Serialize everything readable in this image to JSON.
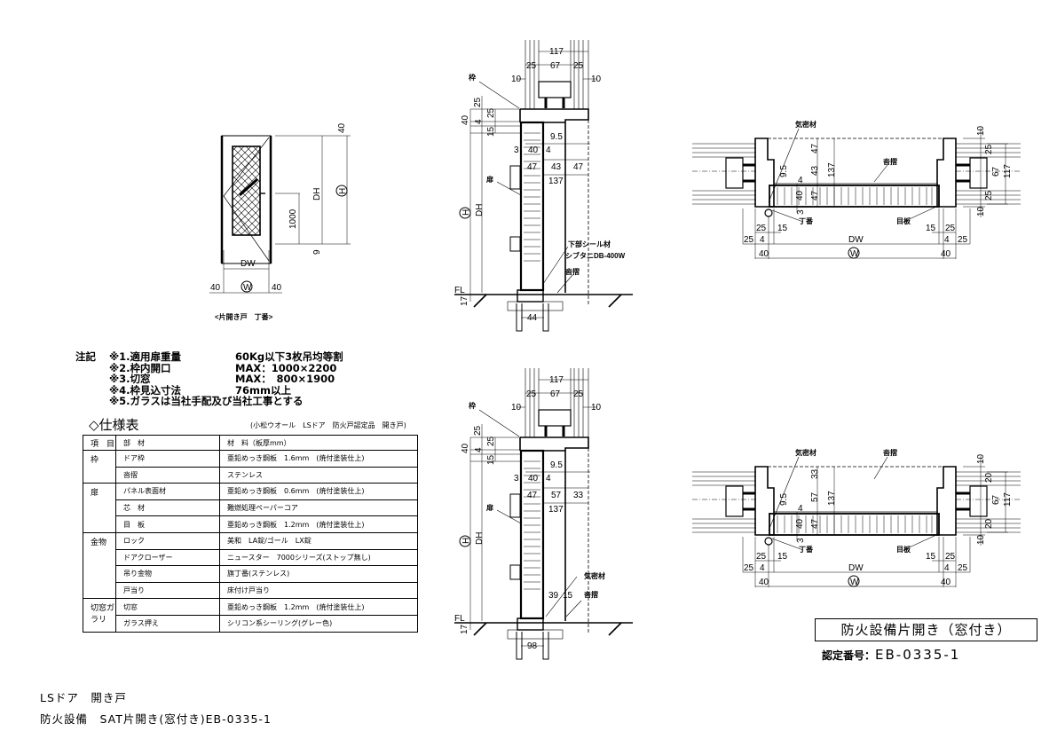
{
  "elevation": {
    "dims": [
      "40",
      "DH",
      "H",
      "1000",
      "9",
      "DW",
      "W",
      "40",
      "40"
    ],
    "caption": "<片開き戸　丁番>"
  },
  "section_top": {
    "dims": [
      "117",
      "25",
      "67",
      "25",
      "10",
      "10",
      "25",
      "40",
      "25",
      "4",
      "15",
      "9.5",
      "3",
      "40",
      "4",
      "47",
      "43",
      "47",
      "137",
      "DH",
      "H",
      "FL",
      "17",
      "44"
    ],
    "labels": {
      "frame": "枠",
      "door": "扉",
      "seal": "下部シール材",
      "seal_model": "シブタニDB-400W",
      "threshold": "沓摺"
    }
  },
  "section_bottom": {
    "dims": [
      "117",
      "25",
      "67",
      "25",
      "10",
      "10",
      "25",
      "40",
      "25",
      "4",
      "15",
      "9.5",
      "3",
      "40",
      "4",
      "47",
      "57",
      "33",
      "137",
      "DH",
      "H",
      "FL",
      "17",
      "98",
      "39",
      "15"
    ],
    "labels": {
      "frame": "枠",
      "door": "扉",
      "airtight": "気密材",
      "threshold": "沓摺"
    }
  },
  "plan_top": {
    "dims": [
      "47",
      "43",
      "137",
      "9.5",
      "4",
      "40",
      "47",
      "3",
      "25",
      "15",
      "15",
      "25",
      "25",
      "4",
      "DW",
      "4",
      "25",
      "40",
      "W",
      "40",
      "10",
      "25",
      "67",
      "117",
      "25",
      "10"
    ],
    "labels": {
      "airtight": "気密材",
      "threshold": "沓摺",
      "hinge": "丁番",
      "cover_plate": "目板"
    }
  },
  "plan_bottom": {
    "dims": [
      "33",
      "57",
      "137",
      "9.5",
      "4",
      "40",
      "47",
      "3",
      "25",
      "15",
      "15",
      "25",
      "25",
      "4",
      "DW",
      "4",
      "25",
      "40",
      "W",
      "40",
      "10",
      "20",
      "67",
      "117",
      "20",
      "10"
    ],
    "labels": {
      "airtight": "気密材",
      "threshold": "沓摺",
      "hinge": "丁番",
      "cover_plate": "目板"
    }
  },
  "notes": {
    "heading": "注記",
    "items": [
      {
        "key": "※1.適用扉重量",
        "value": "60Kg以下3枚吊均等割"
      },
      {
        "key": "※2.枠内開口",
        "value": "MAX：1000×2200"
      },
      {
        "key": "※3.切窓",
        "value": "MAX：　800×1900"
      },
      {
        "key": "※4.枠見込寸法",
        "value": "76mm以上"
      },
      {
        "key": "※5.ガラスは当社手配及び当社工事とする",
        "value": ""
      }
    ]
  },
  "spec_table": {
    "title": "◇仕様表",
    "subtitle": "(小松ウオール　LSドア　防火戸認定品　開き戸)",
    "headers": [
      "項　目",
      "部　材",
      "材　料（板厚mm）"
    ],
    "groups": [
      {
        "name": "枠",
        "rows": [
          [
            "ドア枠",
            "亜鉛めっき鋼板　1.6mm　(焼付塗装仕上)"
          ],
          [
            "沓摺",
            "ステンレス"
          ]
        ]
      },
      {
        "name": "扉",
        "rows": [
          [
            "パネル表面材",
            "亜鉛めっき鋼板　0.6mm　(焼付塗装仕上)"
          ],
          [
            "芯　材",
            "難燃処理ペーパーコア"
          ],
          [
            "目　板",
            "亜鉛めっき鋼板　1.2mm　(焼付塗装仕上)"
          ]
        ]
      },
      {
        "name": "金物",
        "rows": [
          [
            "ロック",
            "美和　LA錠/ゴール　LX錠"
          ],
          [
            "ドアクローザー",
            "ニュースター　7000シリーズ(ストップ無し)"
          ],
          [
            "吊り金物",
            "旗丁番(ステンレス)"
          ],
          [
            "戸当り",
            "床付け戸当り"
          ]
        ]
      },
      {
        "name": "切窓ガラリ",
        "rows": [
          [
            "切窓",
            "亜鉛めっき鋼板　1.2mm　(焼付塗装仕上)"
          ],
          [
            "ガラス押え",
            "シリコン系シーリング(グレー色)"
          ]
        ]
      }
    ]
  },
  "footer": {
    "line1": "LSドア　開き戸",
    "line2": "防火設備　SAT片開き(窓付き)EB-0335-1"
  },
  "title_block": {
    "title": "防火設備片開き（窓付き）",
    "cert_label": "認定番号：",
    "cert_number": "EB-0335-1"
  }
}
